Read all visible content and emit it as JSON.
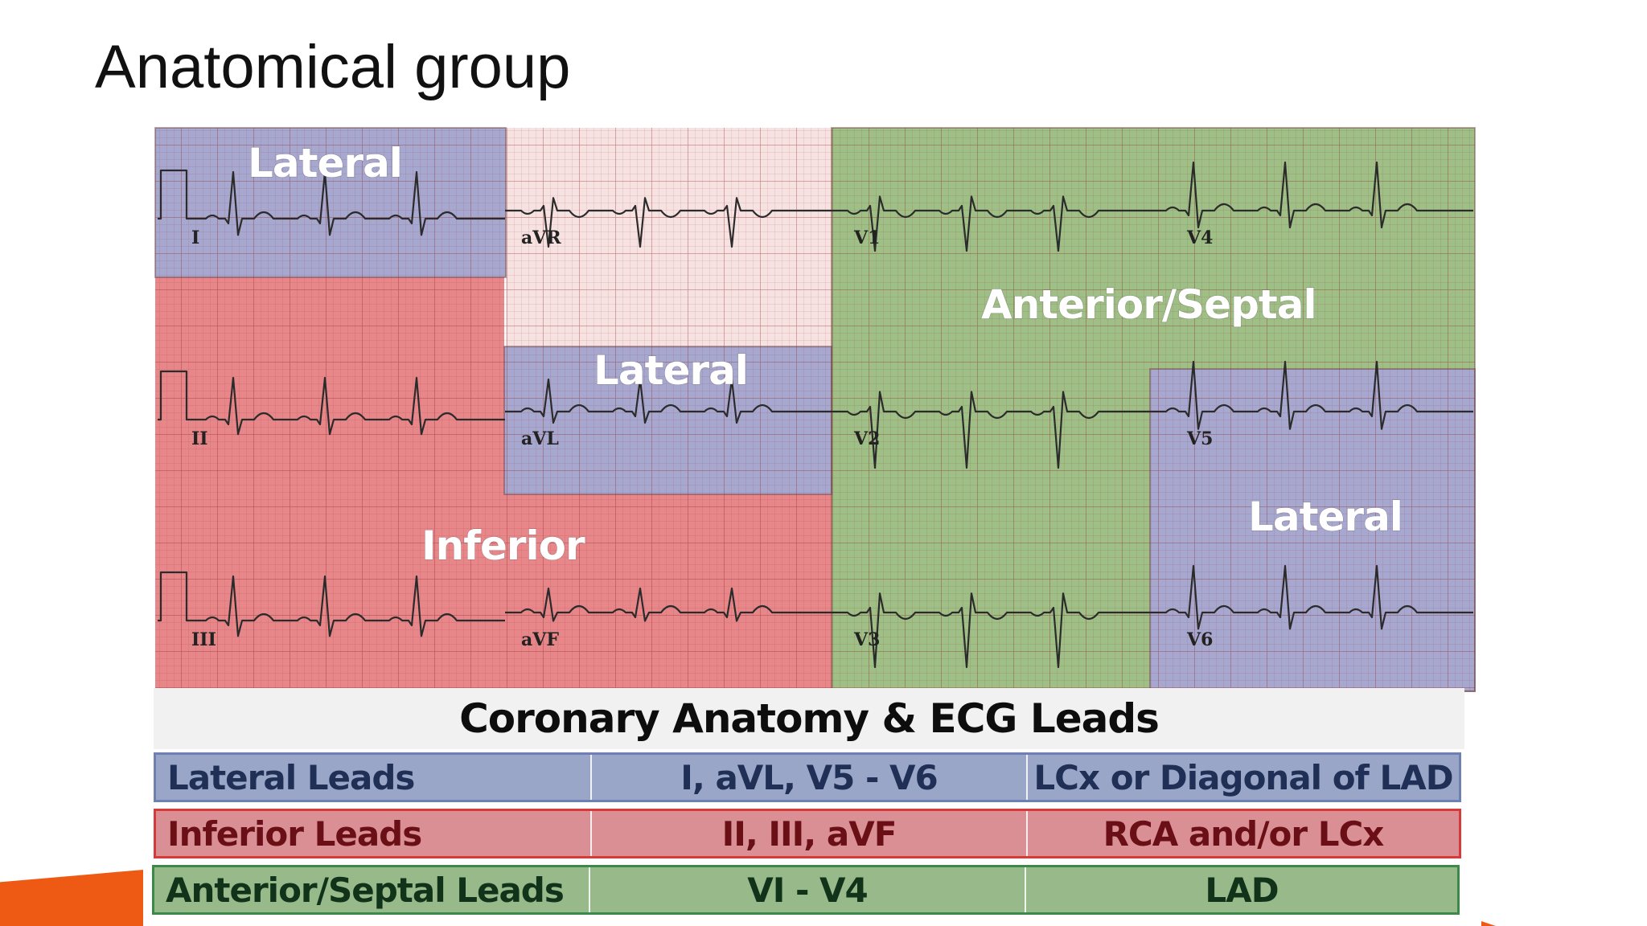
{
  "slide": {
    "title": "Anatomical group"
  },
  "ecg": {
    "leads": {
      "I": "I",
      "aVR": "aVR",
      "V1": "V1",
      "V4": "V4",
      "II": "II",
      "aVL": "aVL",
      "V2": "V2",
      "V5": "V5",
      "III": "III",
      "aVF": "aVF",
      "V3": "V3",
      "V6": "V6"
    },
    "regions": {
      "lateral_1": "Lateral",
      "lateral_2": "Lateral",
      "lateral_3": "Lateral",
      "inferior": "Inferior",
      "anterior_septal": "Anterior/Septal"
    }
  },
  "table": {
    "caption": "Coronary Anatomy & ECG Leads",
    "rows": [
      {
        "group": "Lateral Leads",
        "leads": "I, aVL, V5 - V6",
        "artery": "LCx or Diagonal of LAD"
      },
      {
        "group": "Inferior Leads",
        "leads": "II, III, aVF",
        "artery": "RCA and/or LCx"
      },
      {
        "group": "Anterior/Septal Leads",
        "leads": "VI - V4",
        "artery": "LAD"
      }
    ]
  },
  "colors": {
    "lateral": "#a7a8d0",
    "inferior": "#e8878a",
    "anterior": "#9ebf86",
    "avr": "#f7e2e2",
    "lateral_row": "#9aa6c8",
    "inferior_row": "#d98f94",
    "anterior_row": "#98b98a",
    "accent": "#ee5a14"
  }
}
